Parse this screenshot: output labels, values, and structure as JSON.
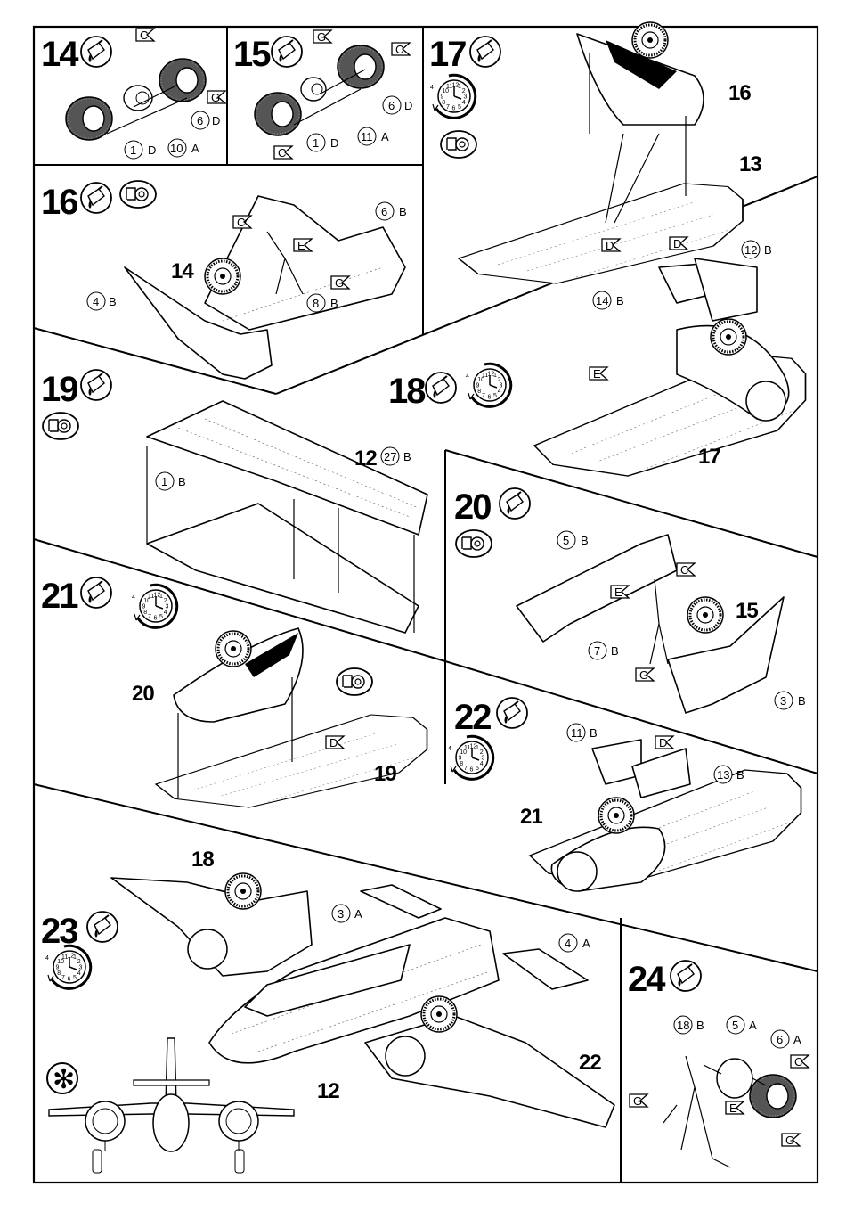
{
  "steps": [
    {
      "num": "14",
      "icons": [
        "glue-icon"
      ]
    },
    {
      "num": "15",
      "icons": [
        "glue-icon"
      ]
    },
    {
      "num": "16",
      "icons": [
        "glue-icon",
        "tape-icon"
      ]
    },
    {
      "num": "17",
      "icons": [
        "glue-icon",
        "clock-icon",
        "tape-icon"
      ]
    },
    {
      "num": "18",
      "icons": [
        "glue-icon",
        "clock-icon"
      ]
    },
    {
      "num": "19",
      "icons": [
        "glue-icon",
        "tape-icon"
      ]
    },
    {
      "num": "20",
      "icons": [
        "glue-icon",
        "tape-icon"
      ]
    },
    {
      "num": "21",
      "icons": [
        "glue-icon",
        "clock-icon",
        "tape-icon"
      ]
    },
    {
      "num": "22",
      "icons": [
        "glue-icon",
        "clock-icon"
      ]
    },
    {
      "num": "23",
      "icons": [
        "glue-icon",
        "clock-icon"
      ]
    },
    {
      "num": "24",
      "icons": [
        "glue-icon"
      ]
    }
  ],
  "step14": {
    "parts": [
      {
        "n": "1",
        "s": "D"
      },
      {
        "n": "10",
        "s": "A"
      },
      {
        "n": "6",
        "s": "D"
      }
    ],
    "flags": [
      "C",
      "G"
    ]
  },
  "step15": {
    "parts": [
      {
        "n": "1",
        "s": "D"
      },
      {
        "n": "11",
        "s": "A"
      },
      {
        "n": "6",
        "s": "D"
      }
    ],
    "flags": [
      "G",
      "C",
      "C"
    ]
  },
  "step16": {
    "parts": [
      {
        "n": "6",
        "s": "B"
      },
      {
        "n": "4",
        "s": "B"
      },
      {
        "n": "8",
        "s": "B"
      }
    ],
    "flags": [
      "C",
      "E",
      "G"
    ],
    "sub": [
      "14"
    ]
  },
  "step17": {
    "flags": [
      "D"
    ],
    "sub": [
      "16",
      "13"
    ]
  },
  "step18": {
    "parts": [
      {
        "n": "12",
        "s": "B"
      },
      {
        "n": "14",
        "s": "B"
      }
    ],
    "flags": [
      "D",
      "E"
    ],
    "sub": [
      "17"
    ]
  },
  "step19": {
    "parts": [
      {
        "n": "1",
        "s": "B"
      },
      {
        "n": "12",
        "s": ""
      },
      {
        "n": "27",
        "s": "B"
      }
    ]
  },
  "step20": {
    "parts": [
      {
        "n": "5",
        "s": "B"
      },
      {
        "n": "7",
        "s": "B"
      },
      {
        "n": "3",
        "s": "B"
      }
    ],
    "flags": [
      "C",
      "E",
      "G"
    ],
    "sub": [
      "15"
    ]
  },
  "step21": {
    "flags": [
      "D"
    ],
    "sub": [
      "20",
      "19"
    ]
  },
  "step22": {
    "parts": [
      {
        "n": "11",
        "s": "B"
      },
      {
        "n": "13",
        "s": "B"
      }
    ],
    "flags": [
      "D"
    ],
    "sub": [
      "21"
    ]
  },
  "step23": {
    "parts": [
      {
        "n": "3",
        "s": "A"
      },
      {
        "n": "4",
        "s": "A"
      }
    ],
    "sub": [
      "18",
      "22",
      "12"
    ],
    "note_symbol": "✻"
  },
  "step24": {
    "parts": [
      {
        "n": "18",
        "s": "B"
      },
      {
        "n": "5",
        "s": "A"
      },
      {
        "n": "6",
        "s": "A"
      }
    ],
    "flags": [
      "C",
      "G",
      "E",
      "G"
    ]
  },
  "clock": {
    "numbers": [
      "12",
      "1",
      "2",
      "3",
      "4",
      "5",
      "6",
      "7",
      "8",
      "9",
      "10",
      "11"
    ],
    "hours": "4"
  },
  "colors": {
    "ink": "#000000",
    "paper": "#ffffff"
  }
}
